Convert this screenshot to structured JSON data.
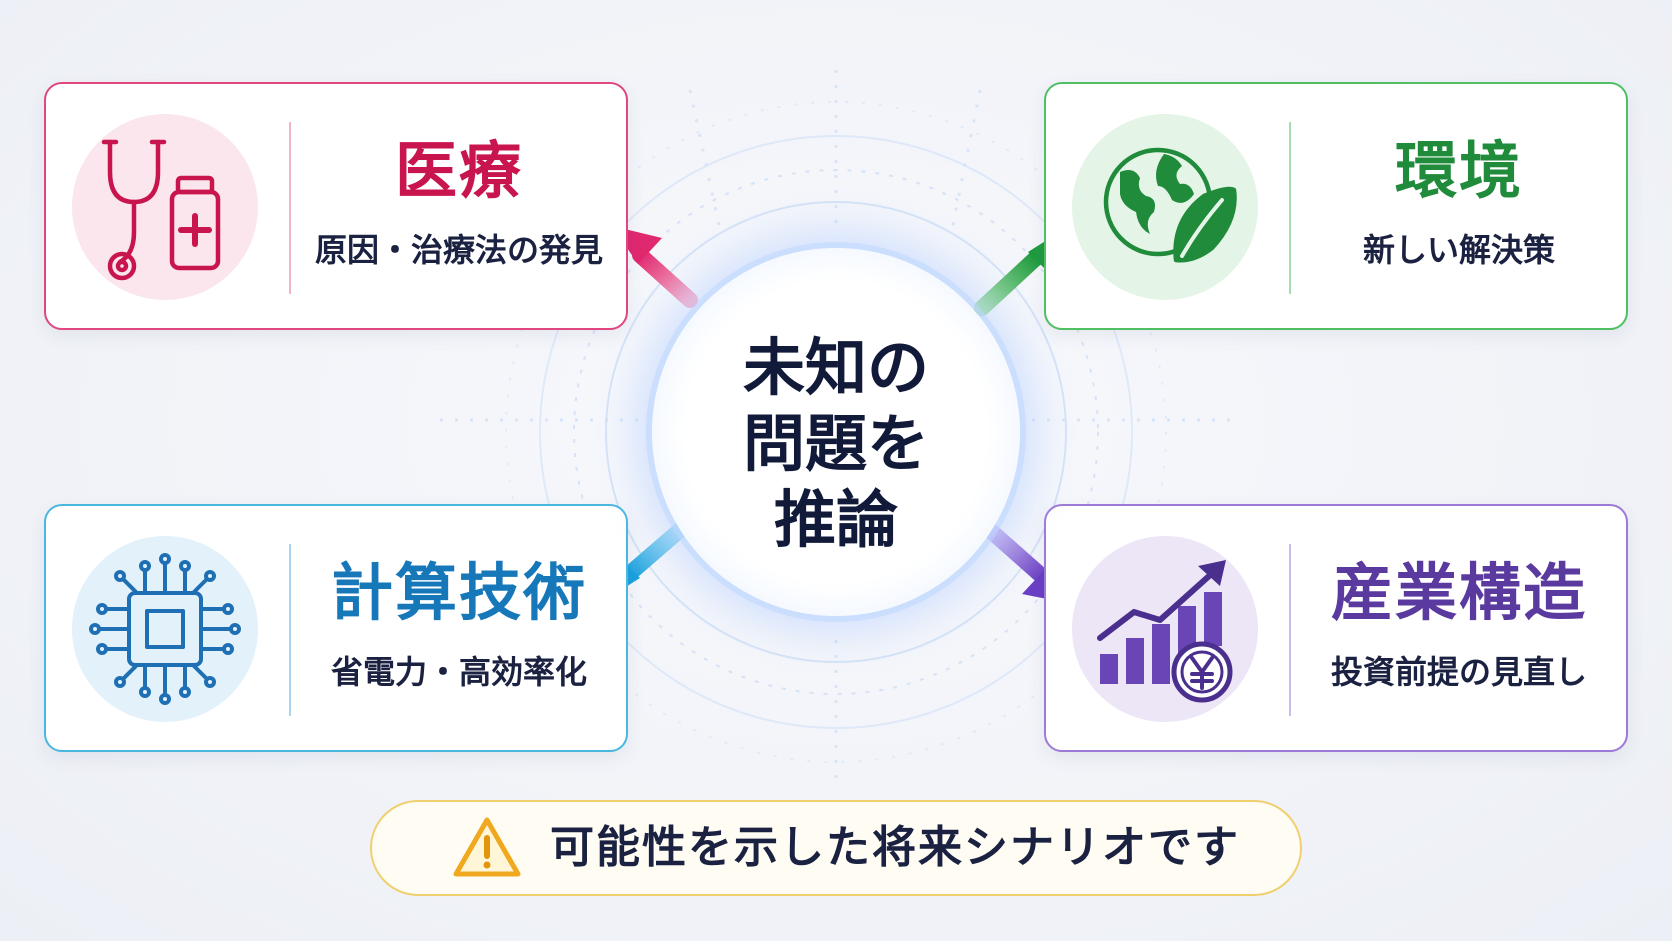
{
  "center": {
    "lines": [
      "未知の",
      "問題を",
      "推論"
    ]
  },
  "cards": {
    "medical": {
      "title": "医療",
      "subtitle": "原因・治療法の発見",
      "icon": "stethoscope-medicine-icon",
      "color": "#e0467f"
    },
    "environment": {
      "title": "環境",
      "subtitle": "新しい解決策",
      "icon": "globe-leaf-icon",
      "color": "#2e9a47"
    },
    "computing": {
      "title": "計算技術",
      "subtitle": "省電力・高効率化",
      "icon": "microchip-icon",
      "color": "#1e88c8"
    },
    "industry": {
      "title": "産業構造",
      "subtitle": "投資前提の見直し",
      "icon": "growth-chart-yen-icon",
      "color": "#6a45b5"
    }
  },
  "note": {
    "text": "可能性を示した将来シナリオです",
    "icon": "warning-icon"
  }
}
